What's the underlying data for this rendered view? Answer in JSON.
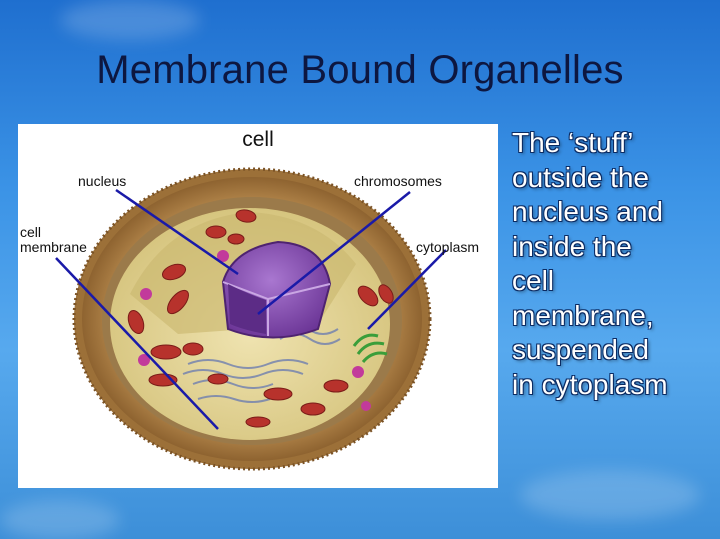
{
  "slide": {
    "title": "Membrane Bound Organelles",
    "body_lines": [
      "The ‘stuff’",
      "outside the",
      "nucleus and",
      "inside the",
      "cell",
      "membrane,",
      "suspended",
      "in cytoplasm"
    ]
  },
  "diagram": {
    "title": "cell",
    "labels": {
      "nucleus": "nucleus",
      "chromosomes": "chromosomes",
      "cell_membrane_line1": "cell",
      "cell_membrane_line2": "membrane",
      "cytoplasm": "cytoplasm"
    }
  },
  "colors": {
    "background": "#3b93e6",
    "title_text": "#0d1740",
    "body_text": "#ffffff",
    "leader_lines": "#1a1aa8",
    "nucleus": "#8a4fb5",
    "cytoplasm": "#e6d79a",
    "membrane": "#c89a55"
  }
}
